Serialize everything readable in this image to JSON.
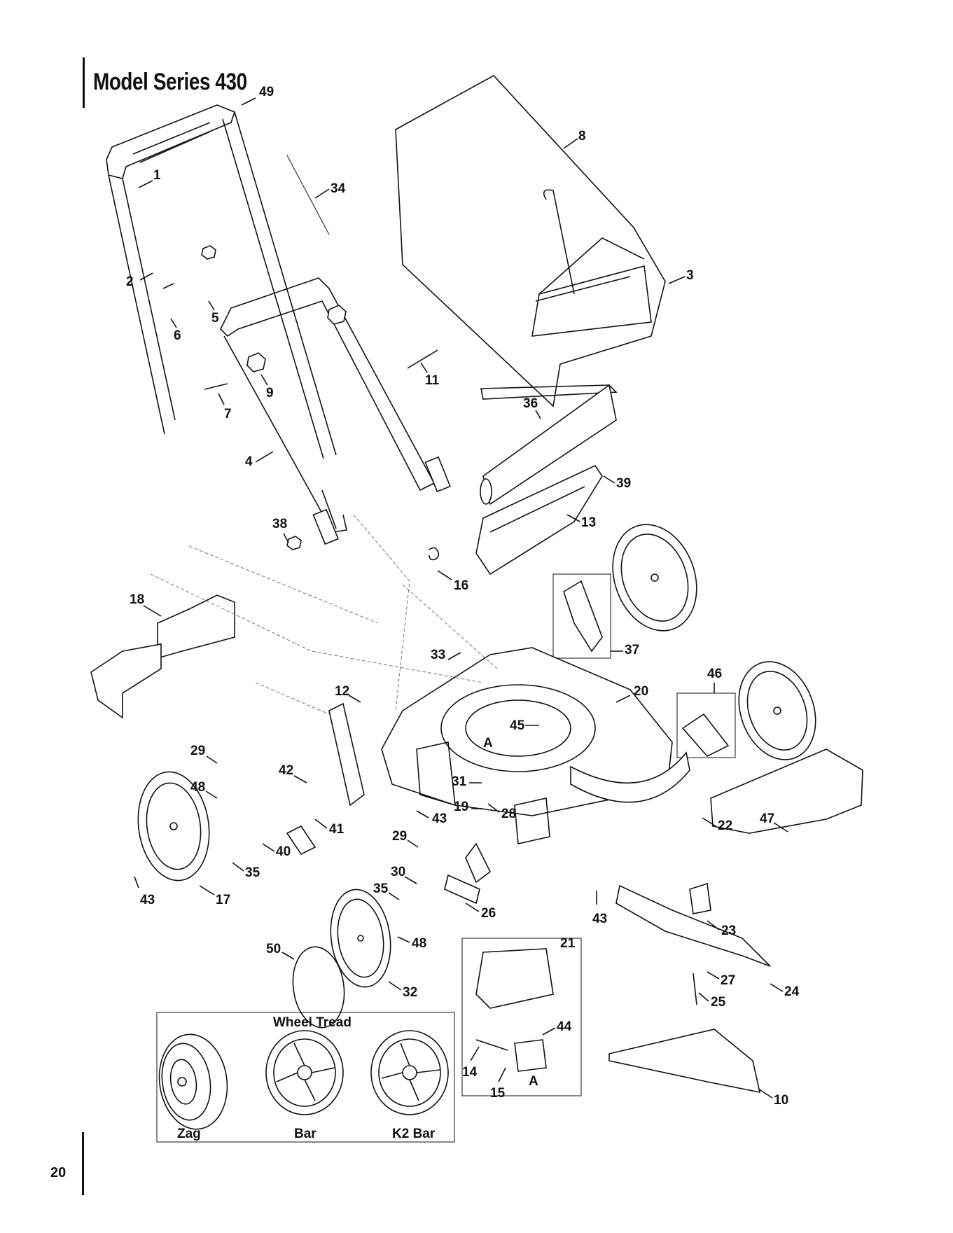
{
  "header": {
    "title": "Model Series 430"
  },
  "footer": {
    "page_number": "20"
  },
  "callouts": [
    "1",
    "2",
    "3",
    "4",
    "5",
    "6",
    "7",
    "8",
    "9",
    "10",
    "11",
    "12",
    "13",
    "14",
    "15",
    "16",
    "17",
    "18",
    "19",
    "20",
    "21",
    "22",
    "23",
    "24",
    "25",
    "26",
    "27",
    "28",
    "29",
    "29",
    "30",
    "31",
    "32",
    "33",
    "34",
    "35",
    "35",
    "36",
    "37",
    "38",
    "39",
    "40",
    "41",
    "42",
    "43",
    "43",
    "43",
    "44",
    "45",
    "46",
    "47",
    "48",
    "48",
    "49",
    "50"
  ],
  "reference_marks": {
    "deck_marker": "A",
    "inset_marker": "A"
  },
  "wheel_tread_box": {
    "heading": "Wheel Tread",
    "options": [
      "Zag",
      "Bar",
      "K2 Bar"
    ]
  },
  "icons": [
    "wheel-icon",
    "blade-icon",
    "grass-bag-icon",
    "handle-icon",
    "mower-deck-icon"
  ]
}
